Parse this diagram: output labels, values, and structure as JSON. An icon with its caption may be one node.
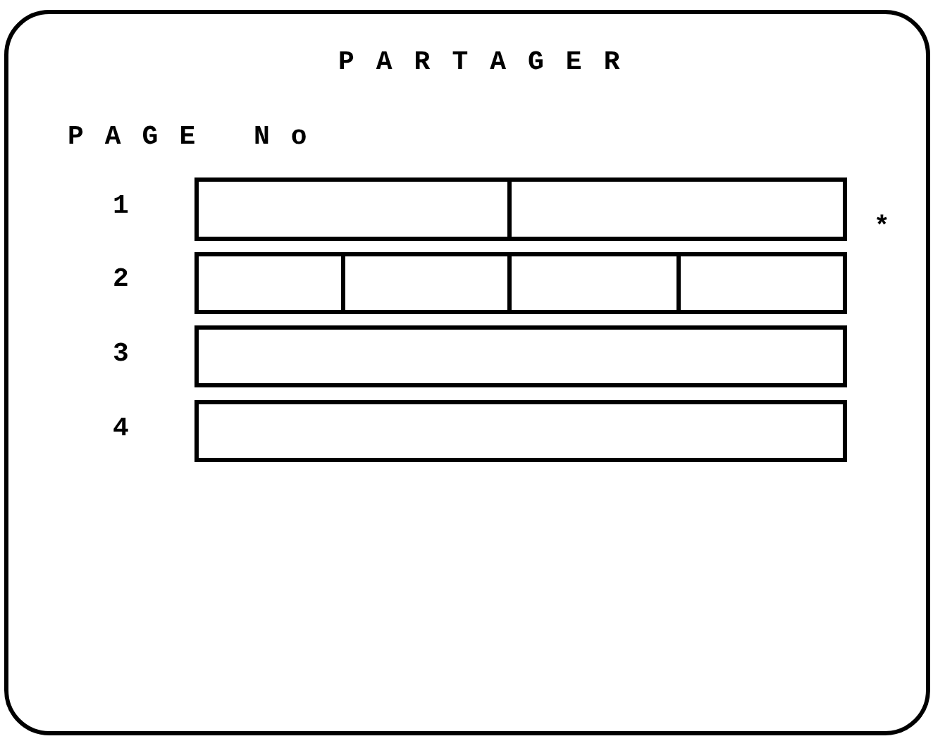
{
  "diagram": {
    "title": "PARTAGER",
    "nodes": [
      {
        "text": [],
        "shape": "box"
      },
      {
        "text": [],
        "shape": "box"
      },
      {
        "text": [],
        "shape": "box"
      },
      {
        "text": [],
        "shape": "box"
      },
      {
        "text": [],
        "shape": "box"
      },
      {
        "text": [],
        "shape": "box"
      },
      {
        "text": [],
        "shape": "box"
      },
      {
        "text": [],
        "shape": "box"
      }
    ],
    "labels": [
      "PAGE No",
      "1",
      "*",
      "2",
      "3",
      "4"
    ]
  }
}
